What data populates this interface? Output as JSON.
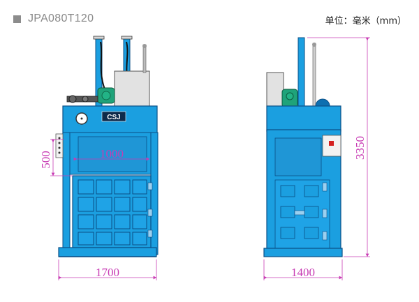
{
  "header": {
    "model": "JPA080T120",
    "unit_label": "单位：毫米（mm）"
  },
  "front_view": {
    "brand_plate": "CSJ",
    "dim_width": "1700",
    "dim_chamber_width": "1000",
    "dim_opening_height": "500"
  },
  "side_view": {
    "dim_depth": "1400",
    "dim_height": "3350"
  },
  "colors": {
    "machine_blue": "#1b9fe0",
    "machine_outline": "#0b4f86",
    "dimension_magenta": "#c83cb4",
    "motor_green": "#1fa37a",
    "housing_gray": "#e2e2e2"
  }
}
